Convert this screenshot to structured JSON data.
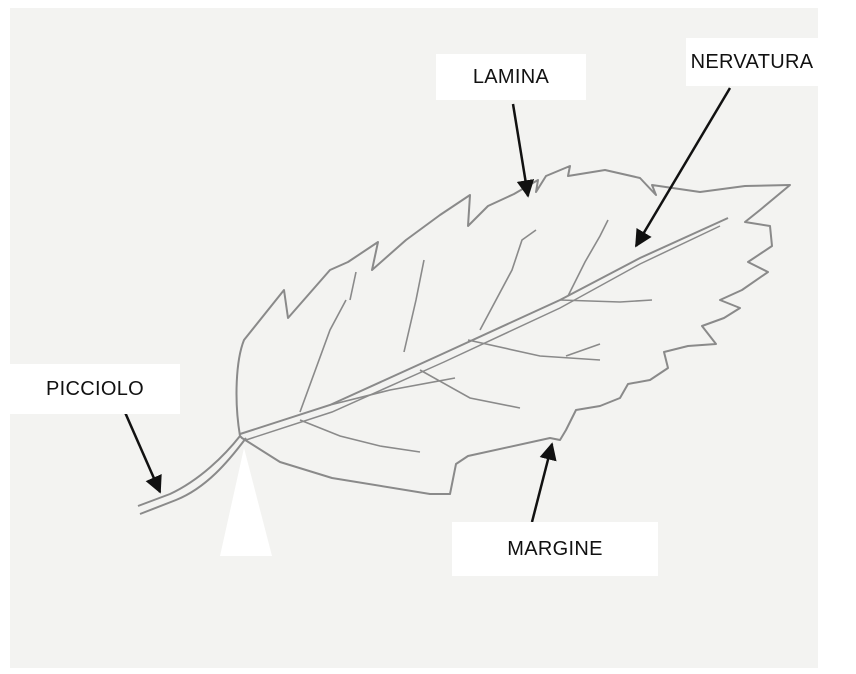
{
  "labels": {
    "lamina": "LAMINA",
    "nervatura": "NERVATURA",
    "picciolo": "PICCIOLO",
    "margine": "MARGINE"
  },
  "colors": {
    "paper": "#f3f3f1",
    "pencil": "#8a8a8a",
    "arrow": "#111111",
    "label_bg": "#ffffff"
  }
}
